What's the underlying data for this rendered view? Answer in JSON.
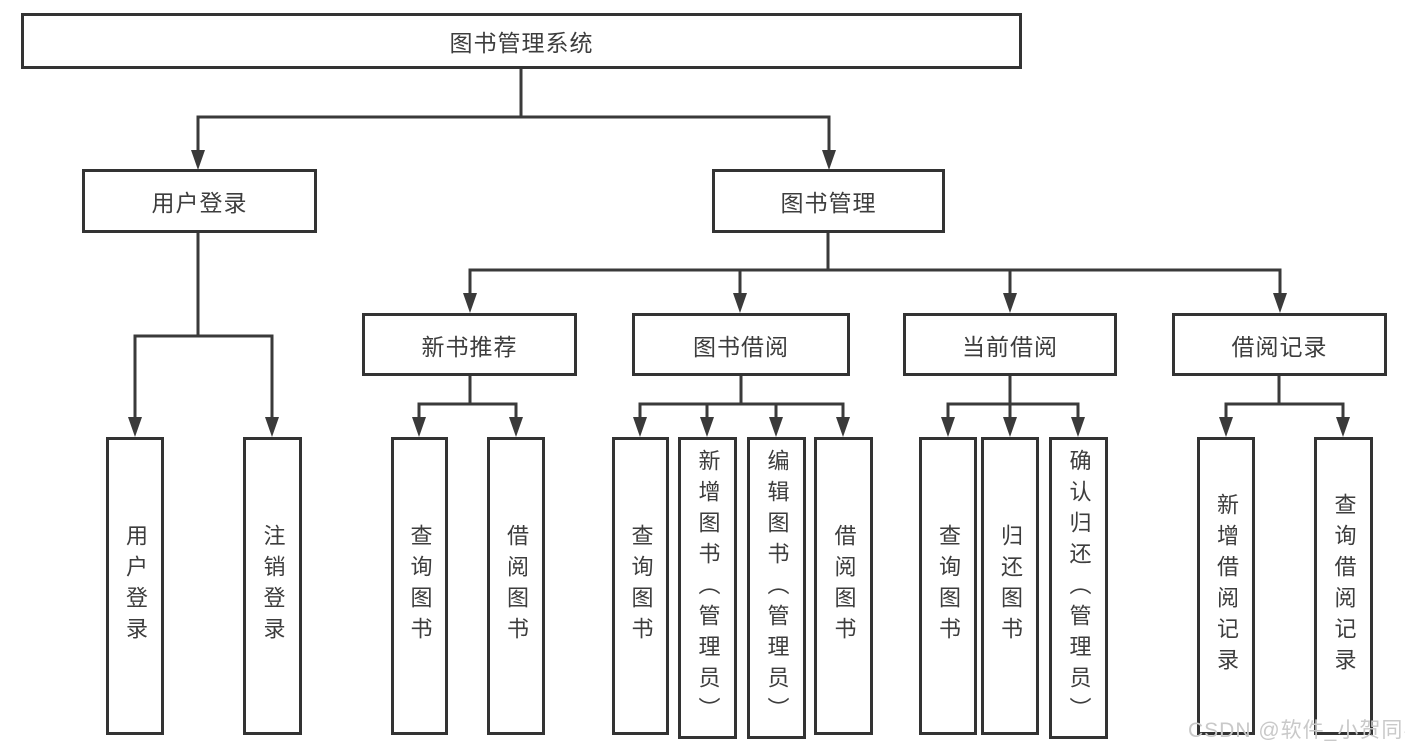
{
  "diagram": {
    "title": "图书管理系统",
    "level2": [
      {
        "label": "用户登录",
        "children": [
          {
            "label": "用户登录"
          },
          {
            "label": "注销登录"
          }
        ]
      },
      {
        "label": "图书管理",
        "children": [
          {
            "label": "新书推荐",
            "children": [
              {
                "label": "查询图书"
              },
              {
                "label": "借阅图书"
              }
            ]
          },
          {
            "label": "图书借阅",
            "children": [
              {
                "label": "查询图书"
              },
              {
                "label": "新增图书（管理员）"
              },
              {
                "label": "编辑图书（管理员）"
              },
              {
                "label": "借阅图书"
              }
            ]
          },
          {
            "label": "当前借阅",
            "children": [
              {
                "label": "查询图书"
              },
              {
                "label": "归还图书"
              },
              {
                "label": "确认归还（管理员）"
              }
            ]
          },
          {
            "label": "借阅记录",
            "children": [
              {
                "label": "新增借阅记录"
              },
              {
                "label": "查询借阅记录"
              }
            ]
          }
        ]
      }
    ]
  },
  "watermark": {
    "text": "CSDN @软件_小贺同学"
  },
  "colors": {
    "line": "#3a3a3a",
    "box_border": "#333333",
    "text": "#3d3d3d",
    "watermark": "#c9c9c9",
    "background": "#ffffff"
  }
}
